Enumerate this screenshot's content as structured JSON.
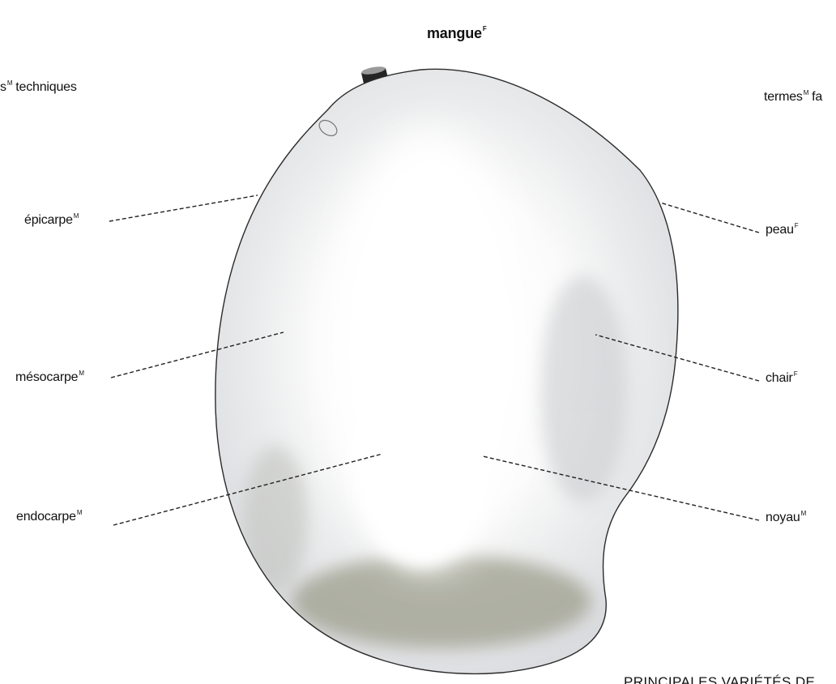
{
  "title": {
    "text": "mangue",
    "gender": "F"
  },
  "column_headers": {
    "left": {
      "text": "s",
      "gender": "M",
      "suffix": "techniques"
    },
    "right": {
      "text": "termes",
      "gender": "M",
      "suffix": "fa"
    }
  },
  "labels_left": [
    {
      "text": "épicarpe",
      "gender": "M"
    },
    {
      "text": "mésocarpe",
      "gender": "M"
    },
    {
      "text": "endocarpe",
      "gender": "M"
    }
  ],
  "labels_right": [
    {
      "text": "peau",
      "gender": "F"
    },
    {
      "text": "chair",
      "gender": "F"
    },
    {
      "text": "noyau",
      "gender": "M"
    }
  ],
  "footer": "PRINCIPALES VARIÉTÉS DE",
  "colors": {
    "skin_outline": "#2b2b2b",
    "leader_line": "#222222",
    "flesh_light": "#ffffff",
    "flesh_edge": "#d3d5d8",
    "flesh_shadow": "#9d9e8d",
    "stem": "#242424"
  }
}
